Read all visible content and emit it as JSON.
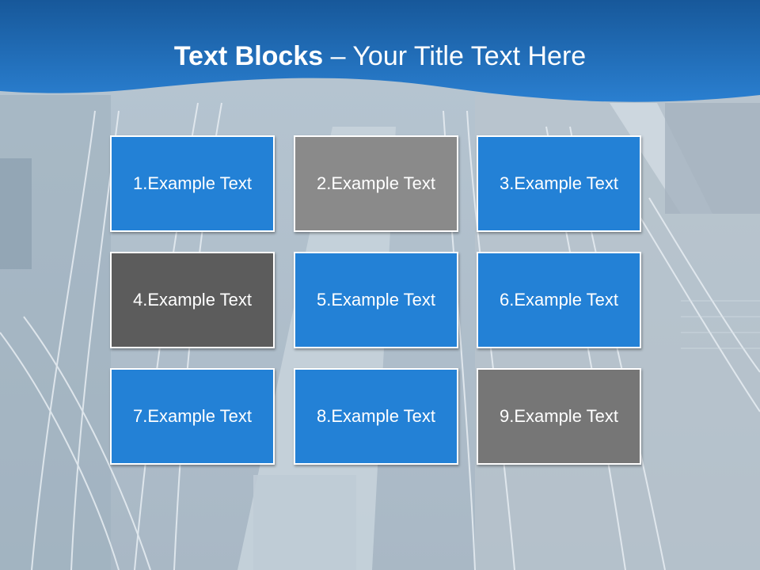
{
  "slide": {
    "title_bold": "Text Blocks",
    "title_dash": "–",
    "title_rest": "Your Title Text Here"
  },
  "colors": {
    "header_blue": "#1f6fbe",
    "tile_blue": "#2381d6",
    "tile_gray": "#8a8a8a",
    "tile_dark_gray": "#5c5c5c",
    "tile_mid_gray": "#767676"
  },
  "blocks": [
    {
      "label": "1.Example Text",
      "color": "#2381d6"
    },
    {
      "label": "2.Example Text",
      "color": "#8a8a8a"
    },
    {
      "label": "3.Example Text",
      "color": "#2381d6"
    },
    {
      "label": "4.Example Text",
      "color": "#5c5c5c"
    },
    {
      "label": "5.Example Text",
      "color": "#2381d6"
    },
    {
      "label": "6.Example Text",
      "color": "#2381d6"
    },
    {
      "label": "7.Example Text",
      "color": "#2381d6"
    },
    {
      "label": "8.Example Text",
      "color": "#2381d6"
    },
    {
      "label": "9.Example Text",
      "color": "#767676"
    }
  ]
}
